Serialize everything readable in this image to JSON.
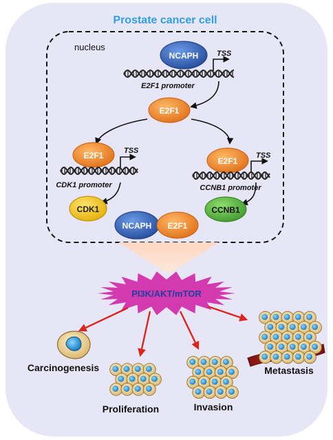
{
  "title": "Prostate cancer cell",
  "nucleus_label": "nucleus",
  "tss_label": "TSS",
  "nodes": {
    "ncaph_top": "NCAPH",
    "e2f1_center": "E2F1",
    "e2f1_left": "E2F1",
    "e2f1_right": "E2F1",
    "cdk1": "CDK1",
    "ccnb1": "CCNB1",
    "ncaph_bottom": "NCAPH",
    "e2f1_bottom": "E2F1"
  },
  "promoters": {
    "e2f1": "E2F1 promoter",
    "cdk1": "CDK1 promoter",
    "ccnb1": "CCNB1 promoter"
  },
  "pathway": "PI3K/AKT/mTOR",
  "outcomes": {
    "carcinogenesis": "Carcinogenesis",
    "proliferation": "Proliferation",
    "invasion": "Invasion",
    "metastasis": "Metastasis"
  },
  "colors": {
    "cell_fill": "#e7e6f6",
    "title": "#2f9ee3",
    "ncaph": "#2f5db3",
    "e2f1": "#f08a2c",
    "cdk1": "#f3c51b",
    "ccnb1": "#5ab845",
    "burst": "#d33ab0",
    "pathway_text": "#1f3f9e",
    "arrow_red": "#d9261c"
  },
  "icons": {
    "cell": "single-cancer-cell-icon",
    "cluster": "cell-cluster-icon",
    "metastasis": "tumor-with-vessel-icon"
  }
}
